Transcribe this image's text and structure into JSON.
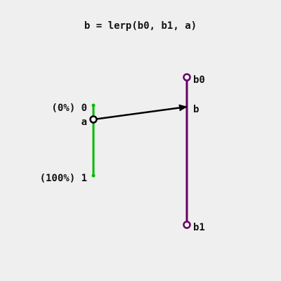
{
  "title": "b = lerp(b0, b1, a)",
  "input_axis": {
    "top_label": "(0%) 0",
    "bottom_label": "(100%) 1",
    "point_label": "a",
    "value": 0.2,
    "color": "#00bb00"
  },
  "output_axis": {
    "top_label": "b0",
    "bottom_label": "b1",
    "point_label": "b",
    "color": "#660066"
  },
  "arrow_color": "#000000"
}
